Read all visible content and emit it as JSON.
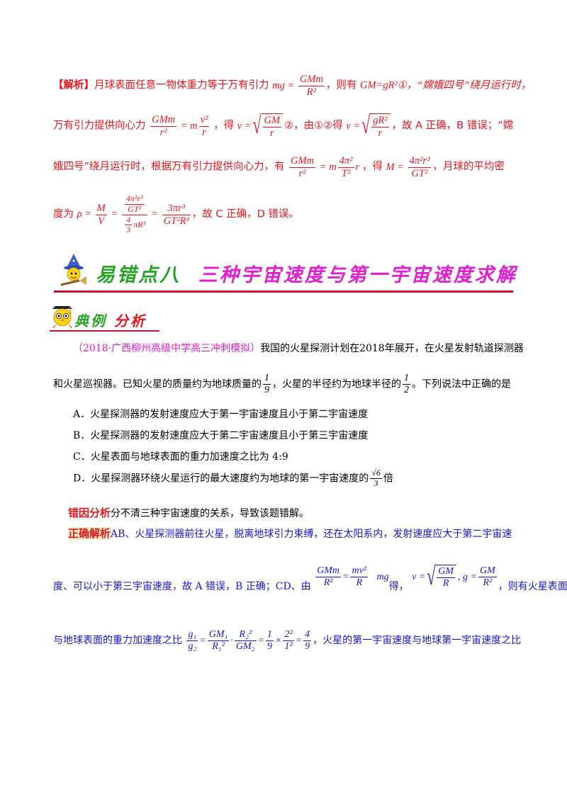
{
  "analysis": {
    "tag": "【解析】",
    "l1_a": "月球表面任意一物体重力等于万有引力",
    "l1_b": "，则有",
    "l1_c": "GM=gR²①，“嫦娥四号”绕月运行时，",
    "l2_a": "万有引力提供向心力",
    "l2_b": "，得",
    "l2_c": "②，由①②得",
    "l2_d": "，故 A 正确，B 错误；“嫦",
    "l3_a": "娥四号”绕月运行时，根据万有引力提供向心力，有",
    "l3_b": "，得",
    "l3_c": "，月球的平均密",
    "l4_a": "度为",
    "l4_b": "，故 C 正确，D 错误。"
  },
  "section": {
    "prefix": "易错点八",
    "title": "三种宇宙速度与第一宇宙速度求解",
    "sub_a": "典例",
    "sub_b": "分析"
  },
  "problem": {
    "source": "（2018·广西柳州高级中学高三冲刺模拟）",
    "stem_1": "我国的火星探测计划在2018年展开，在火星发射轨道探测器",
    "stem_2a": "和火星巡视器。已知火星的质量约为地球质量的",
    "stem_2b": "，火星的半径约为地球半径的",
    "stem_2c": "。下列说法中正确的是",
    "options": [
      "A．火星探测器的发射速度应大于第一宇宙速度且小于第二宇宙速度",
      "B．火星探测器的发射速度应大于第二宇宙速度且小于第三宇宙速度",
      "C．火星表面与地球表面的重力加速度之比为 4:9",
      "D．火星探测器环绕火星运行的最大速度约为地球的第一宇宙速度的"
    ],
    "option_d_tail": "倍"
  },
  "error_cause": {
    "label": "错因分析",
    "text": "分不清三种宇宙速度的关系，导致该题错解。"
  },
  "correct": {
    "label": "正确解析",
    "l1": "AB、火星探测器前往火星，脱离地球引力束缚，还在太阳系内，发射速度应大于第二宇宙速",
    "l2_a": "度、可以小于第三宇宙速度，故 A 错误，B 正确；CD、由",
    "l2_b": "得，",
    "l2_c": "，则有火星表面",
    "l3_a": "与地球表面的重力加速度之比",
    "l3_b": "，火星的第一宇宙速度与地球第一宇宙速度之比"
  },
  "colors": {
    "red": "#e8141c",
    "blue": "#1515d6",
    "magenta": "#e01fd0",
    "green": "#25a325",
    "rule": "#c8102e"
  },
  "icons": [
    "wizard-icon",
    "owl-icon"
  ]
}
